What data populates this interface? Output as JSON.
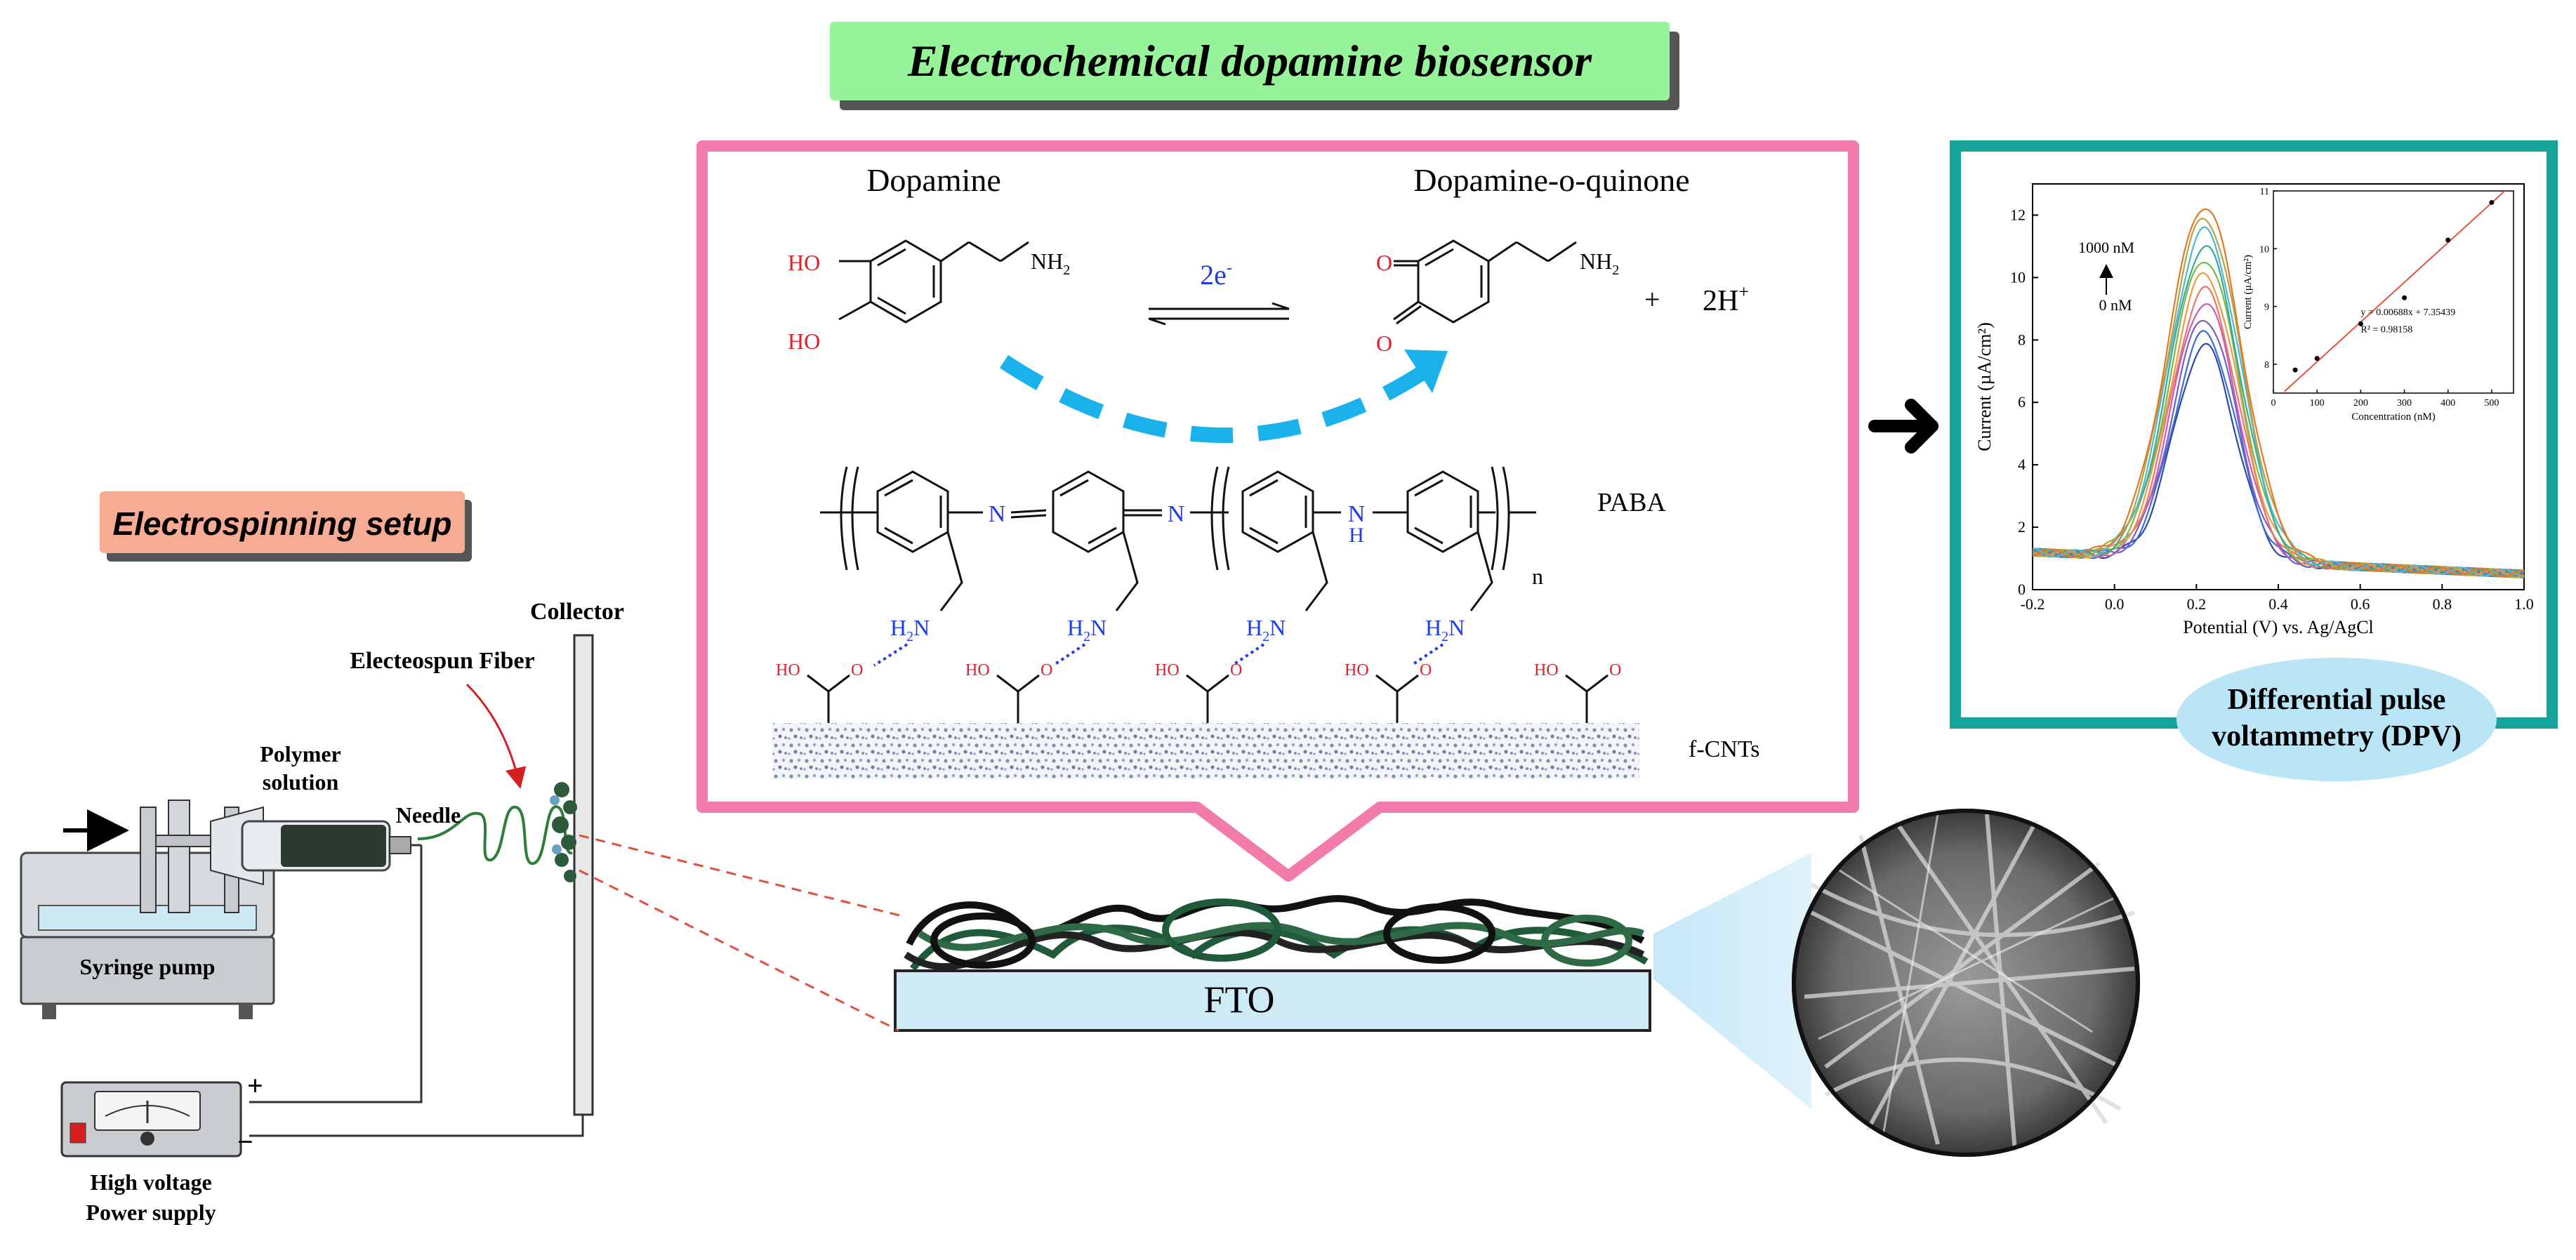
{
  "title": "Electrochemical dopamine biosensor",
  "setup": {
    "title": "Electrospinning setup",
    "collector": "Collector",
    "fiber": "Electeospun Fiber",
    "polymer": [
      "Polymer",
      "solution"
    ],
    "needle": "Needle",
    "pump": "Syringe pump",
    "power": [
      "High voltage",
      "Power supply"
    ],
    "plus": "+",
    "minus": "−"
  },
  "reaction": {
    "dopamine": "Dopamine",
    "quinone": "Dopamine-o-quinone",
    "electrons": "2e",
    "electrons_sup": "-",
    "plus": "+",
    "protons": "2H",
    "protons_sup": "+",
    "HO": "HO",
    "NH2": "NH",
    "sub2": "2",
    "O": "O",
    "polymer": "PABA",
    "n": "n",
    "N": "N",
    "NH": "N",
    "H": "H",
    "amine": "H",
    "amine_sub": "2",
    "amine_N": "N",
    "acid": "HO",
    "cnts": "f-CNTs"
  },
  "electrode": {
    "label": "FTO"
  },
  "dpv": {
    "caption": [
      "Differential pulse",
      "voltammetry (DPV)"
    ],
    "annotation_top": "1000 nM",
    "annotation_bottom": "0 nM",
    "fit": [
      "y = 0.00688x + 7.35439",
      "R² = 0.98158"
    ],
    "colors": {
      "frame": "#16a39a",
      "fit_line": "#e8503c",
      "bubble": "#b9e5f7"
    }
  },
  "colors": {
    "title_bg": "#97f39a",
    "setup_bg": "#f6ab94",
    "pink_frame": "#f27bab",
    "arrow_blue": "#1ab2ea",
    "n_blue": "#1f3de6",
    "red": "#e0202a"
  },
  "chart_data": [
    {
      "type": "line",
      "xlabel": "Potential (V) vs. Ag/AgCl",
      "ylabel": "Current (µA/cm²)",
      "xlim": [
        -0.2,
        1.0
      ],
      "ylim": [
        0,
        13
      ],
      "xticks": [
        "-0.2",
        "0.0",
        "0.2",
        "0.4",
        "0.6",
        "0.8",
        "1.0"
      ],
      "yticks": [
        "0",
        "2",
        "4",
        "6",
        "8",
        "10",
        "12"
      ],
      "peak_x": 0.22,
      "baseline_left": 1.2,
      "baseline_right": 0.5,
      "series": [
        {
          "peak": 7.8,
          "color": "#2b4aa6"
        },
        {
          "peak": 8.2,
          "color": "#3b6bd6"
        },
        {
          "peak": 8.7,
          "color": "#7a5cc8"
        },
        {
          "peak": 9.2,
          "color": "#c75cb0"
        },
        {
          "peak": 9.6,
          "color": "#e8766b"
        },
        {
          "peak": 10.1,
          "color": "#ee9a44"
        },
        {
          "peak": 10.6,
          "color": "#79b84a"
        },
        {
          "peak": 11.0,
          "color": "#3aa88f"
        },
        {
          "peak": 11.5,
          "color": "#4cb8d8"
        },
        {
          "peak": 11.9,
          "color": "#b9a23b"
        },
        {
          "peak": 12.3,
          "color": "#e07a2a"
        }
      ]
    },
    {
      "type": "scatter",
      "xlabel": "Concentration (nM)",
      "ylabel": "Current (µA/cm²)",
      "xlim": [
        0,
        550
      ],
      "ylim": [
        7.5,
        11
      ],
      "xticks": [
        "0",
        "100",
        "200",
        "300",
        "400",
        "500"
      ],
      "yticks": [
        "8",
        "9",
        "10",
        "11"
      ],
      "x": [
        50,
        100,
        200,
        300,
        400,
        500
      ],
      "y": [
        7.9,
        8.1,
        8.7,
        9.15,
        10.15,
        10.8
      ],
      "fit": {
        "slope": 0.00688,
        "intercept": 7.35439
      }
    }
  ]
}
